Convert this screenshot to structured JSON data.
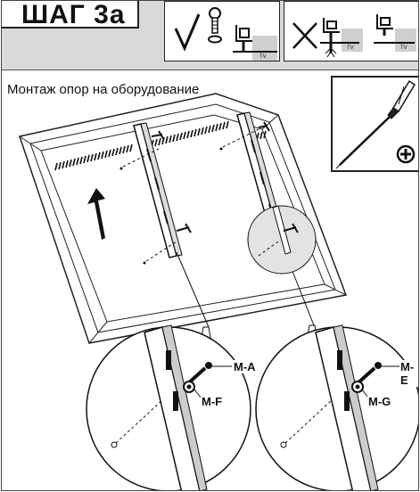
{
  "step": {
    "title": "ШАГ 3a"
  },
  "section": {
    "title": "Монтаж опор на оборудование"
  },
  "legend": {
    "correct_badge": "TV",
    "wrong_badge_1": "TV",
    "wrong_badge_2": "TV"
  },
  "callouts": {
    "left": {
      "bolt": "M-A",
      "washer": "M-F"
    },
    "right": {
      "bolt": "M-E",
      "washer": "M-G"
    }
  },
  "icons": [
    "checkmark-icon",
    "cross-icon",
    "screwdriver-icon",
    "phillips-head-icon",
    "arrow-up-icon"
  ]
}
